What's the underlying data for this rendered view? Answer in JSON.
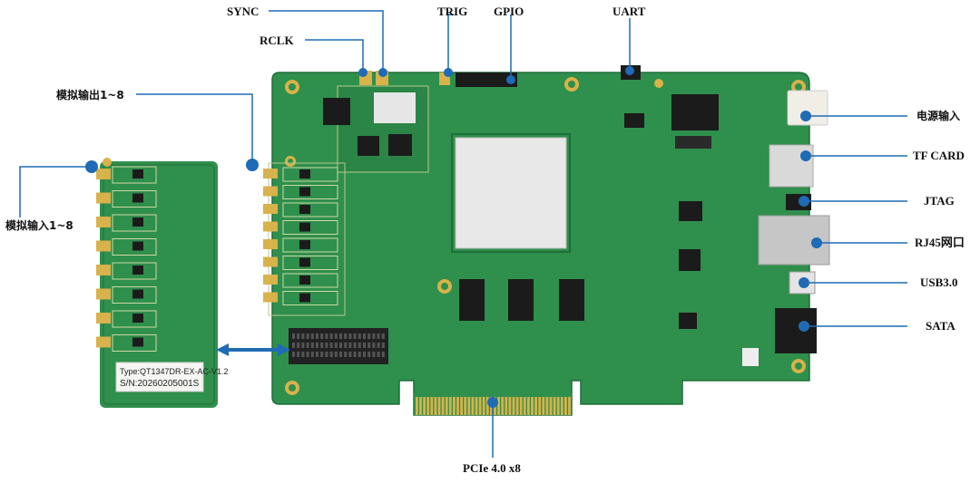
{
  "labels": {
    "sync": "SYNC",
    "rclk": "RCLK",
    "trig": "TRIG",
    "gpio": "GPIO",
    "uart": "UART",
    "analog_out": "模拟输出1~8",
    "analog_in": "模拟输入1~8",
    "power_in": "电源输入",
    "tf_card": "TF CARD",
    "jtag": "JTAG",
    "rj45": "RJ45网口",
    "usb3": "USB3.0",
    "sata": "SATA",
    "pcie": "PCIe 4.0 x8"
  },
  "daughter_board": {
    "type_text": "Type:QT1347DR-EX-AC-V1.2",
    "sn_text": "S/N:20260205001S"
  },
  "colors": {
    "pcb": "#2f8f4c",
    "pcb_dark": "#1f6e38",
    "leader": "#1f6bb5",
    "gold": "#d8b24a",
    "chip": "#1b1b1b",
    "fpga": "#e8e8e8"
  }
}
